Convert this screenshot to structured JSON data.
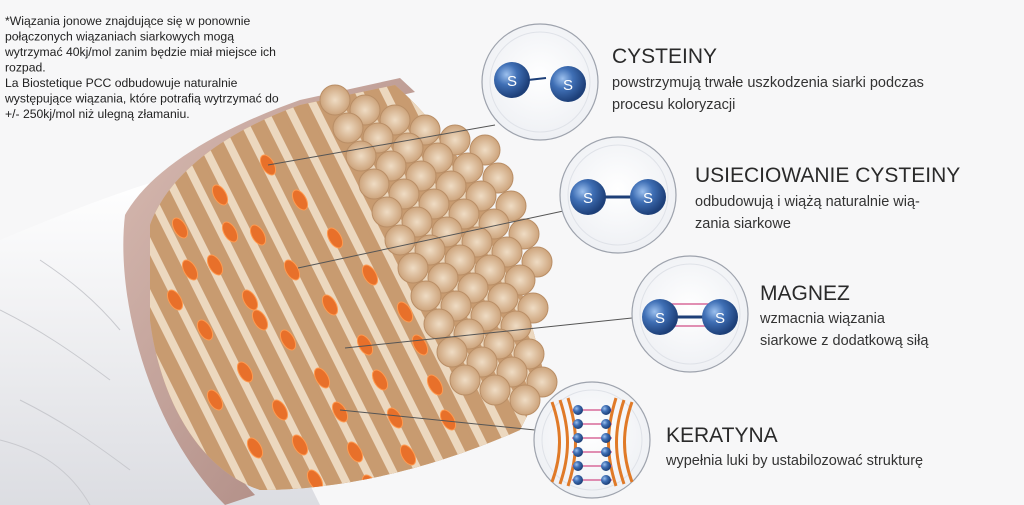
{
  "note": {
    "lines": [
      "*Wiązania jonowe znajdujące się w ponownie",
      "połączonych wiązaniach siarkowych mogą",
      "wytrzymać 40kj/mol zanim będzie miał miejsce ich",
      "rozpad.",
      "La Biostetique PCC odbudowuje naturalnie",
      "występujące wiązania, które potrafią wytrzymać do",
      "+/- 250kj/mol niż ulegną złamaniu."
    ]
  },
  "labels": [
    {
      "title": "CYSTEINY",
      "desc": [
        "powstrzymują trwałe uszkodzenia siarki podczas",
        "procesu koloryzacji"
      ],
      "icon": "cysteine-molecules-icon"
    },
    {
      "title": "USIECIOWANIE CYSTEINY",
      "desc": [
        "odbudowują i wiążą naturalnie wią-",
        "zania siarkowe"
      ],
      "icon": "crosslinked-cysteine-icon"
    },
    {
      "title": "MAGNEZ",
      "desc": [
        "wzmacnia wiązania",
        "siarkowe z dodatkową siłą"
      ],
      "icon": "magnesium-bond-icon"
    },
    {
      "title": "KERATYNA",
      "desc": [
        "wypełnia luki by ustabilozować strukturę"
      ],
      "icon": "keratin-structure-icon"
    }
  ],
  "atom_symbol": "S",
  "colors": {
    "accent_orange": "#e8702a",
    "fiber": "#e2c3a0",
    "molecule_blue": "#2f5fa0",
    "cuticle": "#c9a59c",
    "bond_pink": "#d86a9a"
  }
}
